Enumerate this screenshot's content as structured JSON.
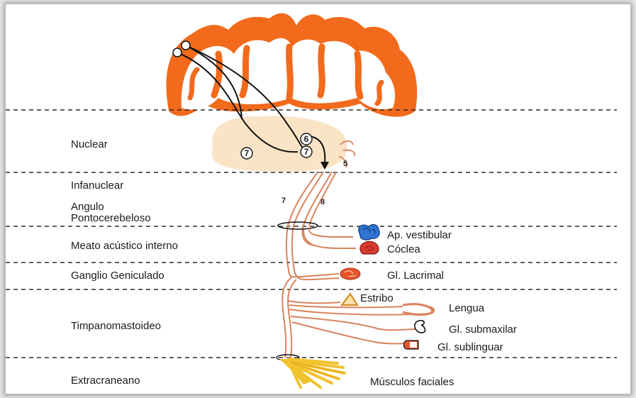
{
  "levels": {
    "nuclear": "Nuclear",
    "infranuclear": "Infanuclear",
    "angulo_1": "Angulo",
    "angulo_2": "Pontocerebeloso",
    "meato": "Meato acústico interno",
    "ganglio": "Ganglio Geniculado",
    "timpano": "Timpanomastoideo",
    "extra": "Extracraneano"
  },
  "structures": {
    "vestibular": "Ap. vestibular",
    "coclea": "Cóclea",
    "lacrimal": "Gl. Lacrimal",
    "estribo": "Estribo",
    "lengua": "Lengua",
    "submaxilar": "Gl. submaxilar",
    "sublingual": "Gl. sublinguar",
    "musculos": "Músculos faciales"
  },
  "nerve_numbers": {
    "n5": "5",
    "n6": "6",
    "n7_left": "7",
    "n7_right": "7",
    "n7_nerve": "7",
    "n8_nerve": "8"
  },
  "colors": {
    "cortex": "#f26a1b",
    "white_matter": "#ffffff",
    "brainstem": "#fbe3c6",
    "nerve": "#d9835d",
    "vestibular": "#2f74d0",
    "cochlea": "#d93a2e",
    "muscles": "#f2c22f"
  }
}
